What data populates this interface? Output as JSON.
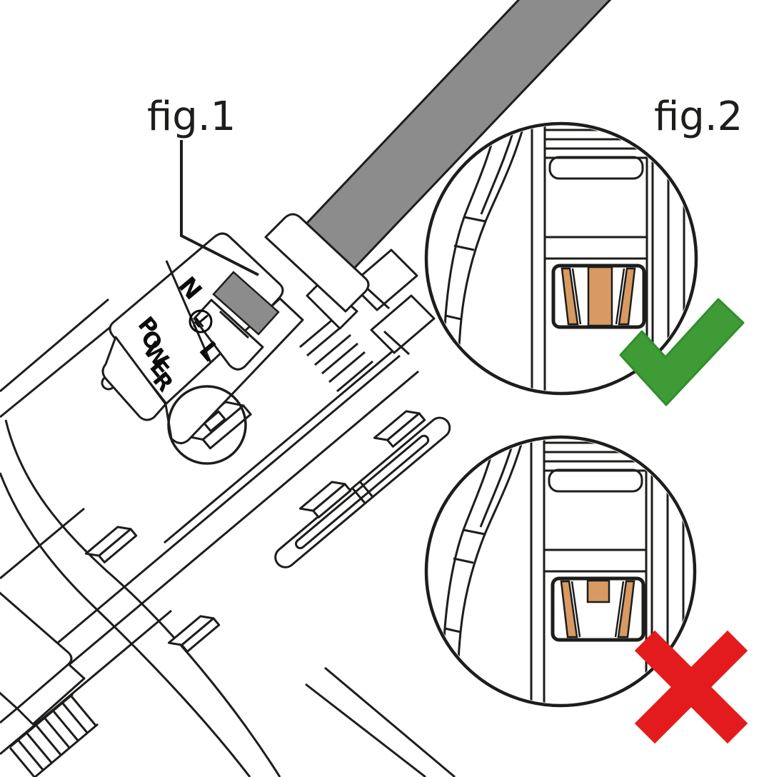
{
  "figure_labels": {
    "fig1": "fig.1",
    "fig2": "fig.2"
  },
  "connector": {
    "power_label": "POWER",
    "power_chars": [
      "P",
      "O",
      "W",
      "E",
      "R"
    ],
    "terminal_n": "N",
    "terminal_l": "L",
    "earth_icon": "earth-ground-symbol"
  },
  "detail_views": {
    "correct": {
      "status": "correct",
      "indicator": "green-checkmark",
      "wire": "fully inserted"
    },
    "incorrect": {
      "status": "incorrect",
      "indicator": "red-cross",
      "wire": "not fully inserted"
    }
  },
  "colors": {
    "cable_gray": "#8C8C8C",
    "contact_orange": "#D89A62",
    "check_green": "#3E9B36",
    "cross_red": "#E31B1C",
    "line_black": "#1D1D1B",
    "background": "#FFFFFF"
  }
}
